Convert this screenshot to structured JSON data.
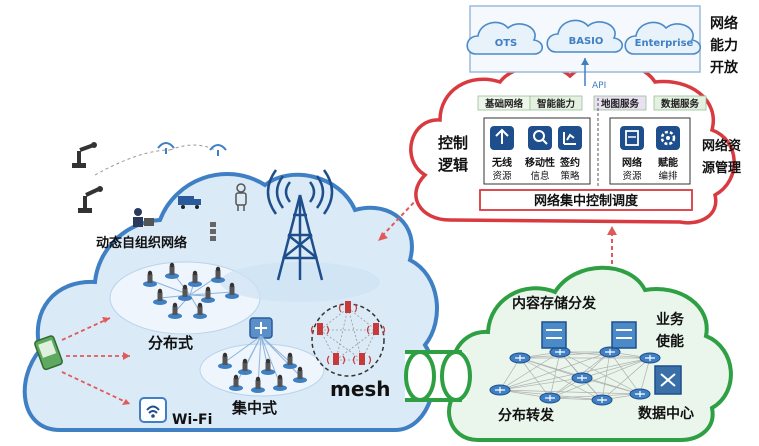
{
  "colors": {
    "blue_cloud": "#3f7fc4",
    "blue_fill": "#dbeaf7",
    "red_cloud": "#d93a40",
    "green_cloud": "#2ea043",
    "green_fill": "#eaf6ec",
    "dashed_red": "#e05a5a",
    "tower_blue": "#1e4f8c"
  },
  "capability": {
    "title": "网络能力开放",
    "title_lines": [
      "网络",
      "能力",
      "开放"
    ],
    "cloud_labels": [
      "OTS",
      "BASIO",
      "Enterprise"
    ],
    "api_label": "API"
  },
  "control": {
    "left_label_lines": [
      "控制",
      "逻辑"
    ],
    "right_label_lines": [
      "网络资",
      "源管理"
    ],
    "top_tabs": [
      "基础网络",
      "智能能力",
      "地图服务",
      "数据服务"
    ],
    "left_group": [
      {
        "icon": "wireless-icon",
        "label": "无线",
        "sub": "资源"
      },
      {
        "icon": "search-icon",
        "label": "移动性",
        "sub": "信息"
      },
      {
        "icon": "chart-icon",
        "label": "签约",
        "sub": "策略"
      }
    ],
    "right_group": [
      {
        "icon": "server-icon",
        "label": "网络",
        "sub": "资源"
      },
      {
        "icon": "gear-icon",
        "label": "赋能",
        "sub": "编排"
      }
    ],
    "bottom_bar": "网络集中控制调度"
  },
  "access": {
    "self_org": "动态自组织网络",
    "distributed": "分布式",
    "centralized": "集中式",
    "mesh": "mesh",
    "wifi": "Wi-Fi"
  },
  "datacenter": {
    "content": "内容存储分发",
    "business_lines": [
      "业务",
      "使能"
    ],
    "forwarding": "分布转发",
    "dc": "数据中心"
  }
}
